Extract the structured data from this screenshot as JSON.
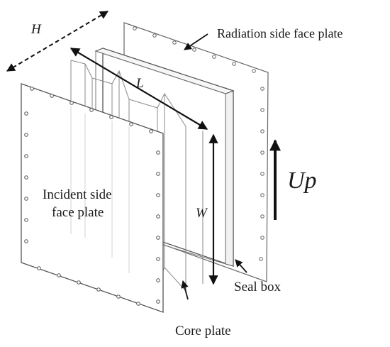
{
  "labels": {
    "h": "H",
    "l": "L",
    "w": "W",
    "radiation_1": "Radiation side face plate",
    "incident_1": "Incident side",
    "incident_2": "face plate",
    "up": "Up",
    "seal_box": "Seal box",
    "core_plate": "Core plate"
  },
  "colors": {
    "stroke": "#555555",
    "dark": "#111111",
    "plate_fill": "#ffffff"
  }
}
